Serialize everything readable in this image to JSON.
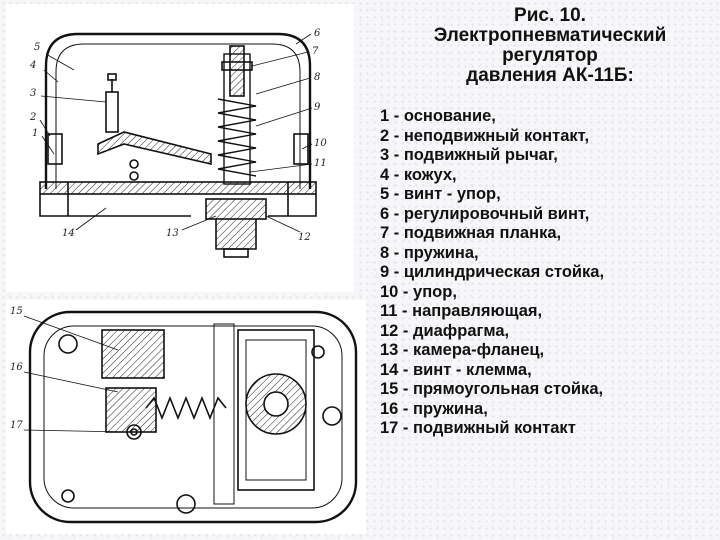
{
  "title": {
    "line1": "Рис. 10.",
    "line2": "Электропневматический",
    "line3": "регулятор",
    "line4": "давления АК-11Б:"
  },
  "legend": [
    "1 - основание,",
    "2 - неподвижный контакт,",
    "3 - подвижный рычаг,",
    "4 - кожух,",
    "5 - винт - упор,",
    "6 - регулировочный винт,",
    "7 - подвижная планка,",
    "8 - пружина,",
    "9 - цилиндрическая стойка,",
    "10 - упор,",
    "11 - направляющая,",
    "12 - диафрагма,",
    "13 - камера-фланец,",
    "14 - винт - клемма,",
    "15 - прямоугольная стойка,",
    "16 - пружина,",
    "17 - подвижный контакт"
  ],
  "callouts_top": {
    "n1": "1",
    "n2": "2",
    "n3": "3",
    "n4": "4",
    "n5": "5",
    "n6": "6",
    "n7": "7",
    "n8": "8",
    "n9": "9",
    "n10": "10",
    "n11": "11",
    "n12": "12",
    "n13": "13",
    "n14": "14"
  },
  "callouts_bottom": {
    "n15": "15",
    "n16": "16",
    "n17": "17"
  },
  "colors": {
    "ink": "#111111",
    "background": "#f7f7f9",
    "panel": "#ffffff"
  }
}
